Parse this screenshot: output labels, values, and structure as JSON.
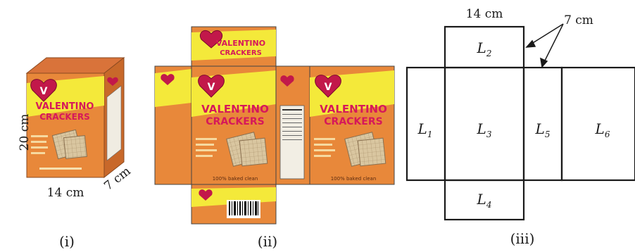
{
  "figure1": {
    "caption": "(i)",
    "height": "20 cm",
    "width": "14 cm",
    "depth": "7 cm",
    "brand_line1": "VALENTINO",
    "brand_line2": "CRACKERS"
  },
  "figure2": {
    "caption": "(ii)",
    "brand_line1": "VALENTINO",
    "brand_line2": "CRACKERS",
    "tagline": "100% baked clean"
  },
  "figure3": {
    "caption": "(iii)",
    "top_width": "14 cm",
    "flap_depth": "7 cm",
    "faces": [
      "L",
      "L",
      "L",
      "L",
      "L",
      "L"
    ],
    "face_subscripts": [
      "1",
      "2",
      "3",
      "4",
      "5",
      "6"
    ]
  },
  "colors": {
    "box_orange": "#e8883a",
    "box_orange_dark": "#c8682a",
    "banner_yellow": "#f4e93a",
    "logo_red": "#c2184a",
    "brand_text": "#d6185a",
    "net_lines": "#1a1a1a"
  }
}
